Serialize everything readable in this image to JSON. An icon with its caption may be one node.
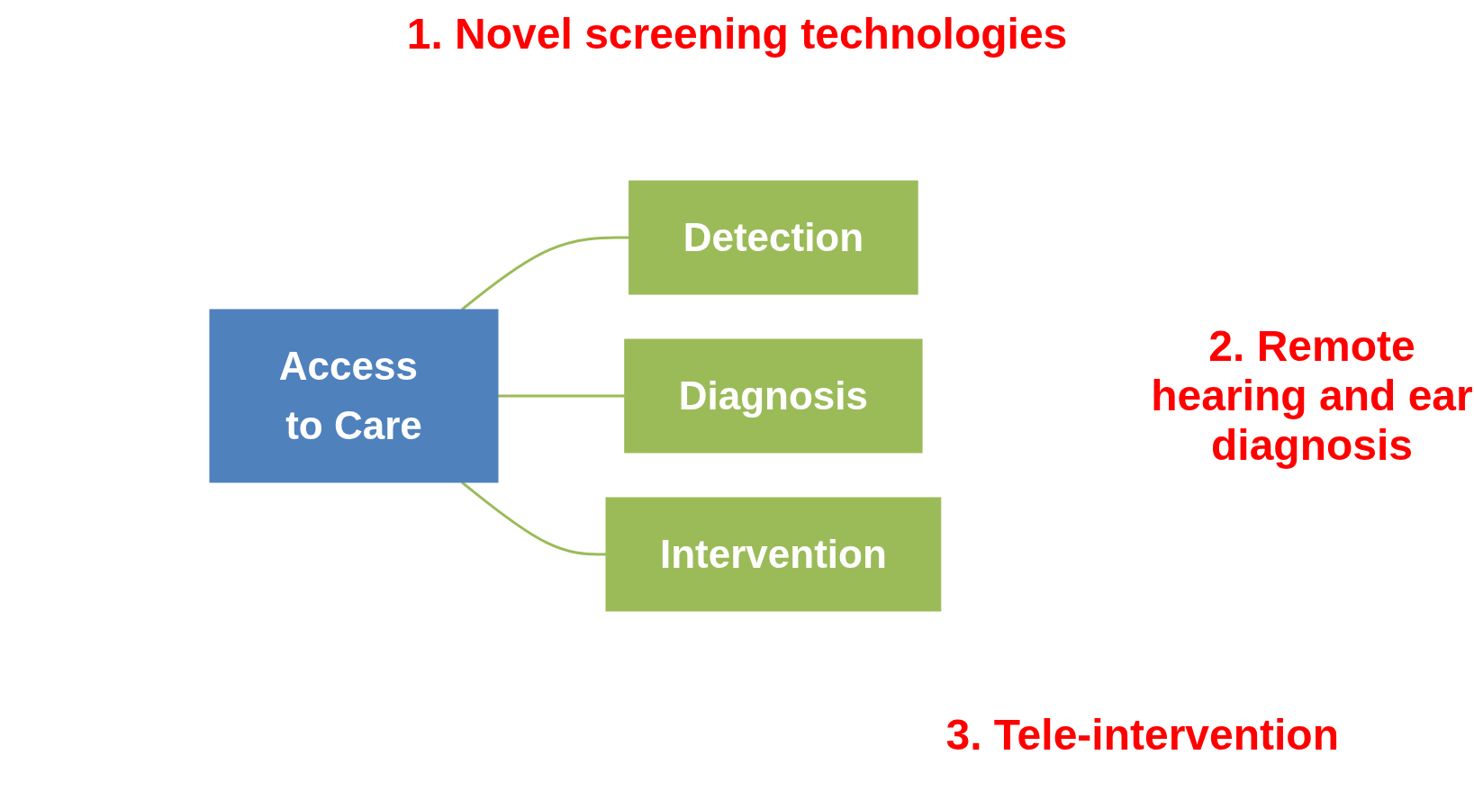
{
  "diagram": {
    "nodes": [
      {
        "text": [
          "Access to Care"
        ]
      },
      {
        "text": [
          "Detection"
        ]
      },
      {
        "text": [
          "Diagnosis"
        ]
      },
      {
        "text": [
          "Intervention"
        ]
      }
    ],
    "edges": [
      {
        "from": 0,
        "to": 1,
        "arrow": "none"
      },
      {
        "from": 0,
        "to": 2,
        "arrow": "none"
      },
      {
        "from": 0,
        "to": 3,
        "arrow": "none"
      }
    ],
    "labels": [
      "1. Novel screening technologies",
      "2. Remote hearing and ear diagnosis",
      "3. Tele-intervention"
    ]
  }
}
